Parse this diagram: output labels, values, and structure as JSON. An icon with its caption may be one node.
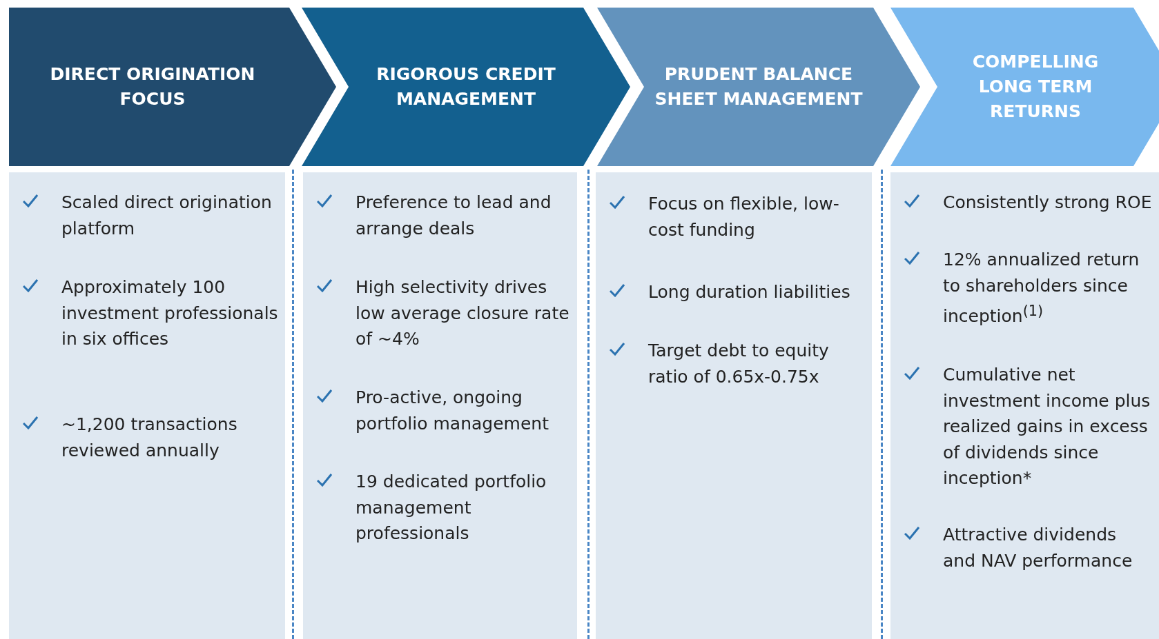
{
  "diagram": {
    "nodes": [
      {
        "text": [
          "DIRECT ORIGINATION FOCUS"
        ]
      },
      {
        "text": [
          "RIGOROUS CREDIT MANAGEMENT"
        ]
      },
      {
        "text": [
          "PRUDENT BALANCE SHEET MANAGEMENT"
        ]
      },
      {
        "text": [
          "COMPELLING LONG TERM RETURNS"
        ]
      },
      {
        "text": [
          "Scaled direct origination platform",
          "Approximately 100 investment professionals in six offices",
          "~1,200 transactions reviewed annually"
        ]
      },
      {
        "text": [
          "Preference to lead and arrange deals",
          "High selectivity drives low average closure rate of ~4%",
          "Pro-active, ongoing portfolio management",
          "19 dedicated portfolio management professionals"
        ]
      },
      {
        "text": [
          "Focus on flexible, low-cost funding",
          "Long duration liabilities",
          "Target debt to equity ratio of 0.65x-0.75x"
        ]
      },
      {
        "text": [
          "Consistently strong ROE",
          "12% annualized return to shareholders since inception$^{(1)}$",
          "Cumulative net investment income plus realized gains in excess of dividends since inception*",
          "Attractive dividends and NAV performance"
        ]
      }
    ]
  }
}
